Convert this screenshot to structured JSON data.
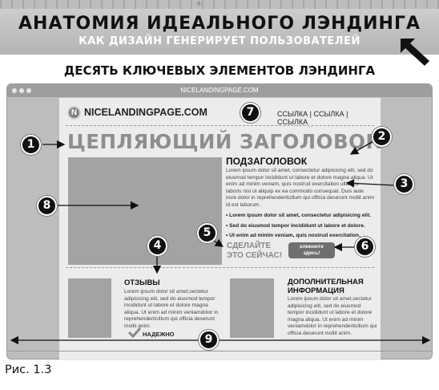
{
  "banner": {
    "title": "АНАТОМИЯ ИДЕАЛЬНОГО ЛЭНДИНГА",
    "subtitle": "КАК ДИЗАЙН ГЕНЕРИРУЕТ ПОЛЬЗОВАТЕЛЕЙ"
  },
  "heading": "ДЕСЯТЬ КЛЮЧЕВЫХ ЭЛЕМЕНТОВ ЛЭНДИНГА",
  "browser": {
    "url": "NICELANDINGPAGE.COM"
  },
  "page": {
    "logo_letter": "N",
    "logo_text": "NICELANDINGPAGE.COM",
    "nav_links": "ССЫЛКА | ССЫЛКА | ССЫЛКА",
    "headline": "ЦЕПЛЯЮЩИЙ ЗАГОЛОВОК",
    "subheadline": "ПОДЗАГОЛОВОК",
    "body_text": "Lorem ipsum dolor sit amet, consectetur adipisicing elit, sed do eiusmod tempor incididunt ut labore et dolore magna aliqua. Ut enim ad minim veniam, quis nostrud exercitation ullamco laboris nisi ut aliquip ex ea commodo consequat. Duis aute irure dolor in reprehenderitcillum qui officia deserunt mollit anim id est laborum.",
    "bullets": [
      "Lorem ipsum dolor sit amet, consectetur adipisicing elit.",
      "Sed do eiusmod tempor incididunt ut labore et dolore.",
      "Ut enim ad minim veniam, quis nostrud exercitation."
    ],
    "cta_line1": "СДЕЛАЙТЕ",
    "cta_line2": "ЭТО СЕЙЧАС!",
    "button_line1": "кликните",
    "button_line2": "здесь!",
    "testimonials_title": "ОТЗЫВЫ",
    "testimonials_text": "Lorem ipsum dolor sit amet,sectetur adipisicing elit, sed do eiusmod tempor incididunt ut labore et dolore magna aliqua. Ut enim ad minim veniamdolor in reprehenderitcillum qui officia deserunt mollit anim.",
    "badge_text": "НАДЕЖНО",
    "info_title_line1": "ДОПОЛНИТЕЛЬНАЯ",
    "info_title_line2": "ИНФОРМАЦИЯ",
    "info_text": "Lorem ipsum dolor sit amet,sectetur adipisicing elit, sed do eiusmod tempor incididunt ut labore et dolore magna aliqua. Ut enim ad minim veniamdolor in reprehenderitcillum qui officia deserunt mollit anim."
  },
  "callouts": [
    "1",
    "2",
    "3",
    "4",
    "5",
    "6",
    "7",
    "8",
    "9"
  ],
  "caption": "Рис. 1.3"
}
